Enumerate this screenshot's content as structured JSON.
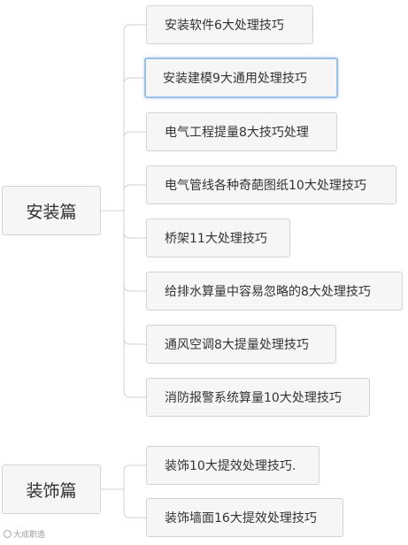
{
  "sections": [
    {
      "label": "安装篇",
      "items": [
        "安装软件6大处理技巧",
        "安装建模9大通用处理技巧",
        "电气工程提量8大技巧处理",
        "电气管线各种奇葩图纸10大处理技巧",
        "桥架11大处理技巧",
        "给排水算量中容易忽略的8大处理技巧",
        "通风空调8大提量处理技巧",
        "消防报警系统算量10大处理技巧"
      ]
    },
    {
      "label": "装饰篇",
      "items": [
        "装饰10大提效处理技巧.",
        "装饰墙面16大提效处理技巧"
      ]
    }
  ],
  "selected_item": "安装建模9大通用处理技巧",
  "watermark": {
    "text": "大成职造",
    "icon": "weibo-logo-icon"
  },
  "colors": {
    "node_fill": "#f6f6f6",
    "node_border": "#d3d3d3",
    "connector": "#d0d0d0",
    "selected_border": "#9dc0e6",
    "text": "#333333"
  }
}
